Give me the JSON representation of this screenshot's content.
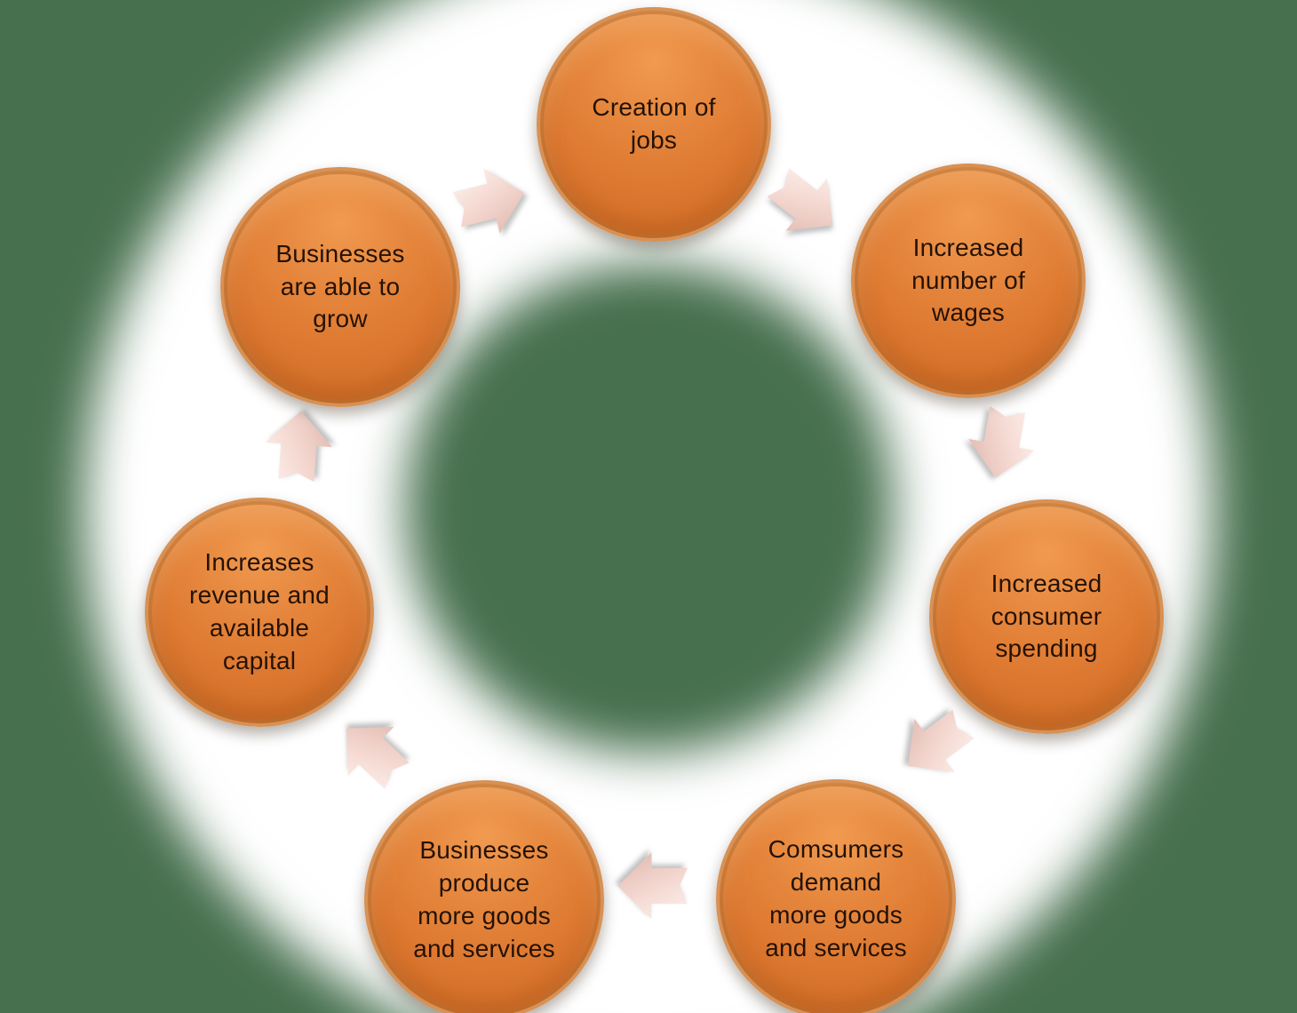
{
  "diagram": {
    "type": "cycle",
    "background_color": "#47704f",
    "halo_color": "#ffffff",
    "node_fill_color": "#dd7830",
    "node_rim_color": "#d89155",
    "node_text_color": "#241206",
    "arrow_color": "#f6dcd5",
    "nodes": [
      {
        "id": "creation-of-jobs",
        "label": "Creation of\njobs"
      },
      {
        "id": "increased-number-of-wages",
        "label": "Increased\nnumber of\nwages"
      },
      {
        "id": "increased-consumer-spending",
        "label": "Increased\nconsumer\nspending"
      },
      {
        "id": "consumers-demand-goods",
        "label": "Comsumers\ndemand\nmore goods\nand services"
      },
      {
        "id": "businesses-produce-goods",
        "label": "Businesses\nproduce\nmore goods\nand services"
      },
      {
        "id": "increases-revenue-capital",
        "label": "Increases\nrevenue and\navailable\ncapital"
      },
      {
        "id": "businesses-able-to-grow",
        "label": "Businesses\nare able to\ngrow"
      }
    ],
    "arrows": [
      {
        "name": "arrow-grow-to-jobs",
        "direction": "right-up"
      },
      {
        "name": "arrow-jobs-to-wages",
        "direction": "down-right"
      },
      {
        "name": "arrow-wages-to-spending",
        "direction": "down"
      },
      {
        "name": "arrow-spending-to-demand",
        "direction": "down-left"
      },
      {
        "name": "arrow-demand-to-produce",
        "direction": "left"
      },
      {
        "name": "arrow-produce-to-revenue",
        "direction": "up-left"
      },
      {
        "name": "arrow-revenue-to-grow",
        "direction": "up"
      }
    ]
  }
}
